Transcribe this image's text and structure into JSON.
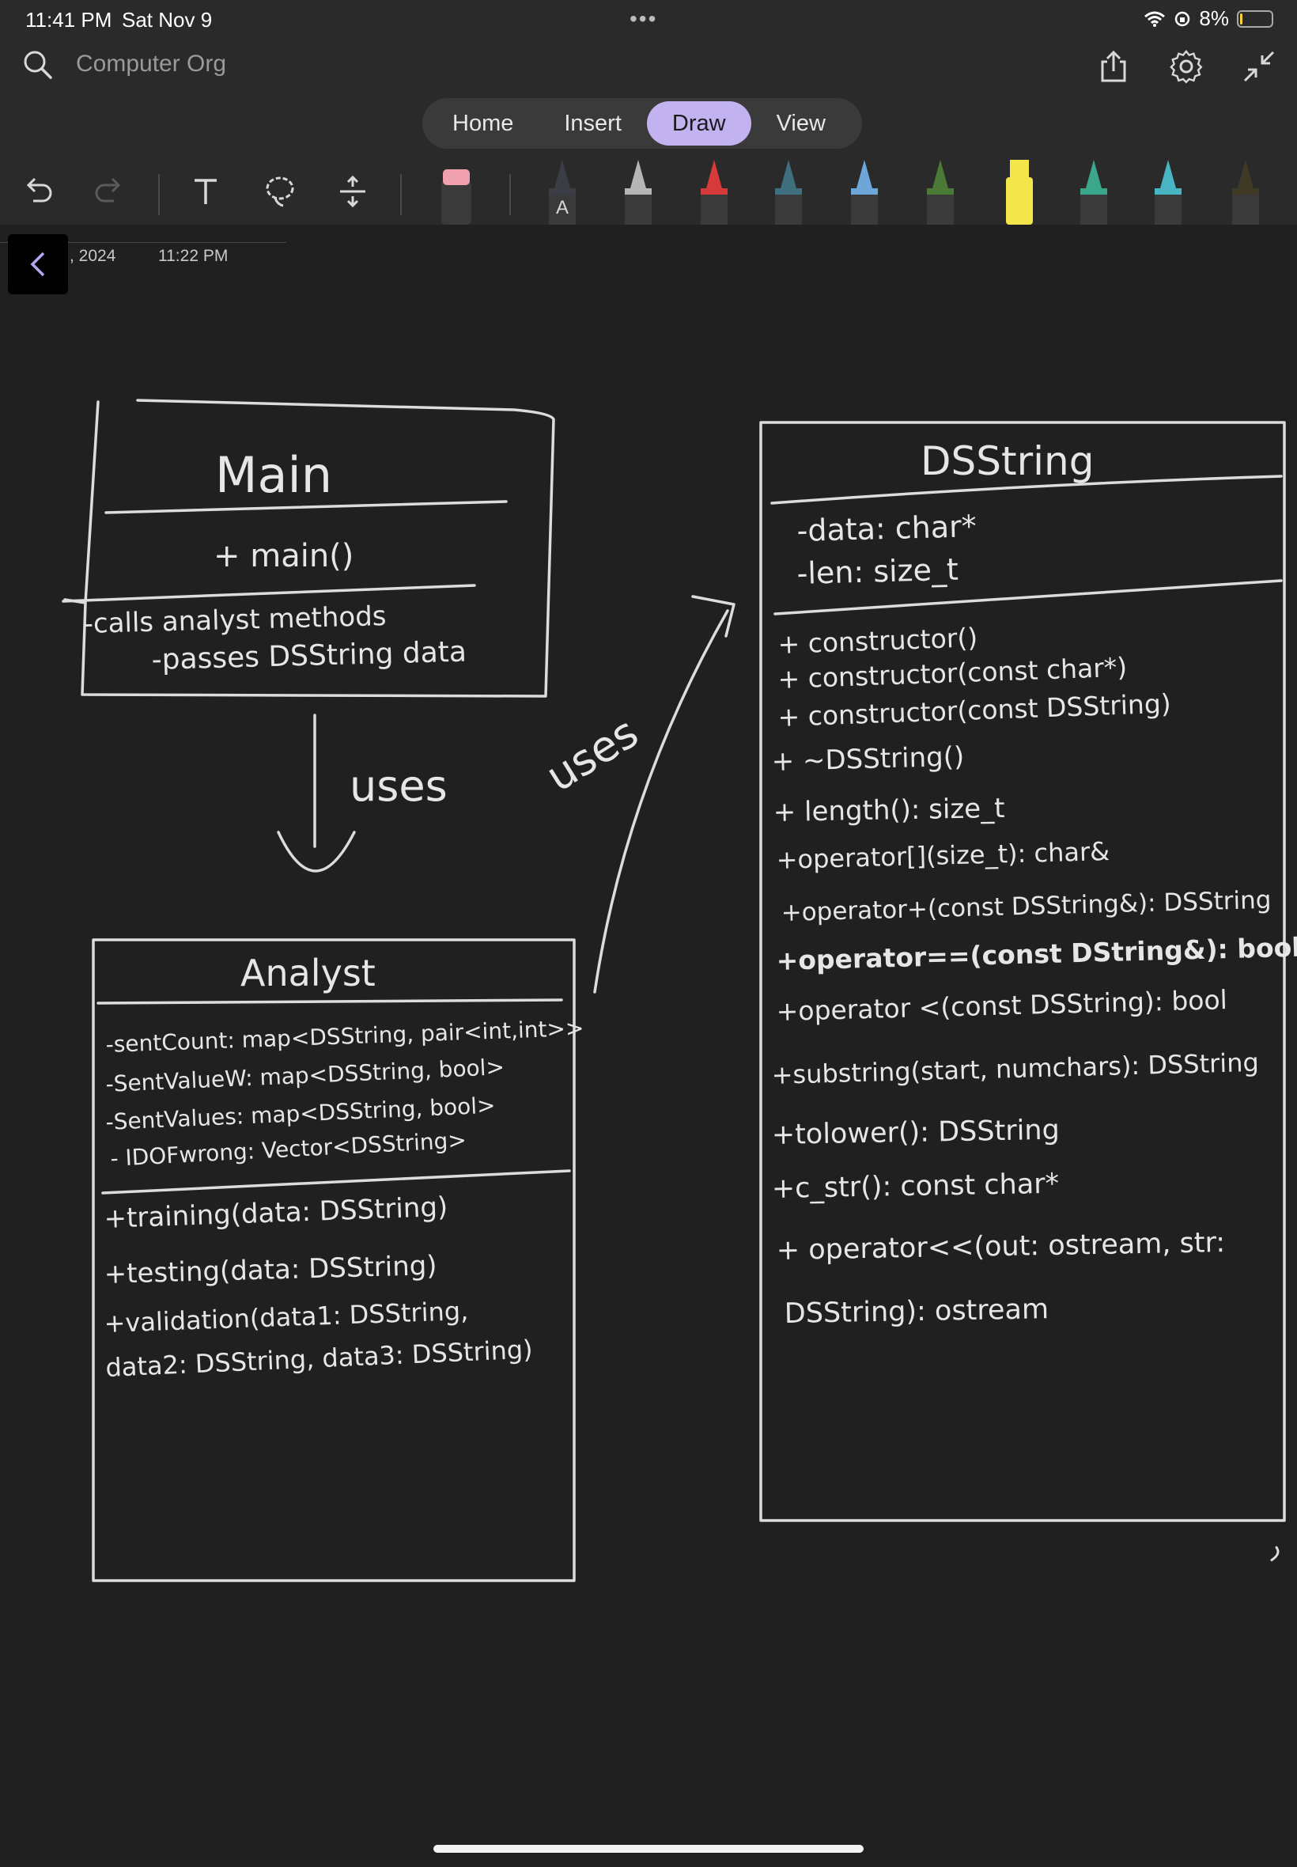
{
  "status": {
    "time": "11:41 PM",
    "date": "Sat Nov 9",
    "battery": "8%",
    "battery_level": 0.08
  },
  "header": {
    "title": "Computer Org",
    "icons": [
      "search-icon",
      "share-icon",
      "gear-icon",
      "collapse-icon"
    ]
  },
  "tabs": [
    {
      "label": "Home"
    },
    {
      "label": "Insert"
    },
    {
      "label": "Draw"
    },
    {
      "label": "View"
    }
  ],
  "active_tab": "Draw",
  "toolbar": {
    "tools": [
      "undo-icon",
      "redo-icon",
      "text-tool-icon",
      "lasso-icon",
      "insert-space-icon",
      "eraser-icon"
    ],
    "pens": [
      {
        "name": "pen-auto",
        "color": "#3a3d44",
        "label": "A"
      },
      {
        "name": "pen-gray",
        "color": "#b5b5b5"
      },
      {
        "name": "pen-red",
        "color": "#d63a3a"
      },
      {
        "name": "pen-teal",
        "color": "#3f6e7e"
      },
      {
        "name": "pen-light-blue",
        "color": "#6da6d8"
      },
      {
        "name": "pen-green",
        "color": "#4a7a36"
      },
      {
        "name": "highlighter-yellow",
        "color": "#f2e64a"
      },
      {
        "name": "pen-teal-green",
        "color": "#3aa68a"
      },
      {
        "name": "pen-cyan",
        "color": "#48b5c2"
      },
      {
        "name": "pen-dark-olive",
        "color": "#3f3a26"
      }
    ]
  },
  "page": {
    "date": ", 2024",
    "time": "11:22 PM"
  },
  "diagram": {
    "main": {
      "title": "Main",
      "method": "+ main()",
      "notes": [
        "-calls analyst methods",
        "-passes DSString data"
      ]
    },
    "arrow_down_label": "uses",
    "arrow_diag_label": "uses",
    "analyst": {
      "title": "Analyst",
      "attributes": [
        "-sentCount: map<DSString, pair<int,int>>",
        "-SentValueW: map<DSString, bool>",
        "-SentValues: map<DSString, bool>",
        "- IDOFwrong: Vector<DSString>"
      ],
      "methods": [
        "+training(data: DSString)",
        "+testing(data: DSString)",
        "+validation(data1: DSString,",
        "data2: DSString, data3: DSString)"
      ]
    },
    "dsstring": {
      "title": "DSString",
      "attributes": [
        "-data: char*",
        "-len: size_t"
      ],
      "methods": [
        "+ constructor()",
        "+ constructor(const char*)",
        "+ constructor(const DSString)",
        "+ ~DSString()",
        "+ length(): size_t",
        "+operator[](size_t): char&",
        "+operator+(const DSString&): DSString",
        "+operator==(const DString&): bool",
        "+operator <(const DSString): bool",
        "+substring(start, numchars): DSString",
        "+tolower(): DSString",
        "+c_str(): const char*",
        "+ operator<<(out: ostream, str:",
        "DSString): ostream"
      ]
    }
  }
}
